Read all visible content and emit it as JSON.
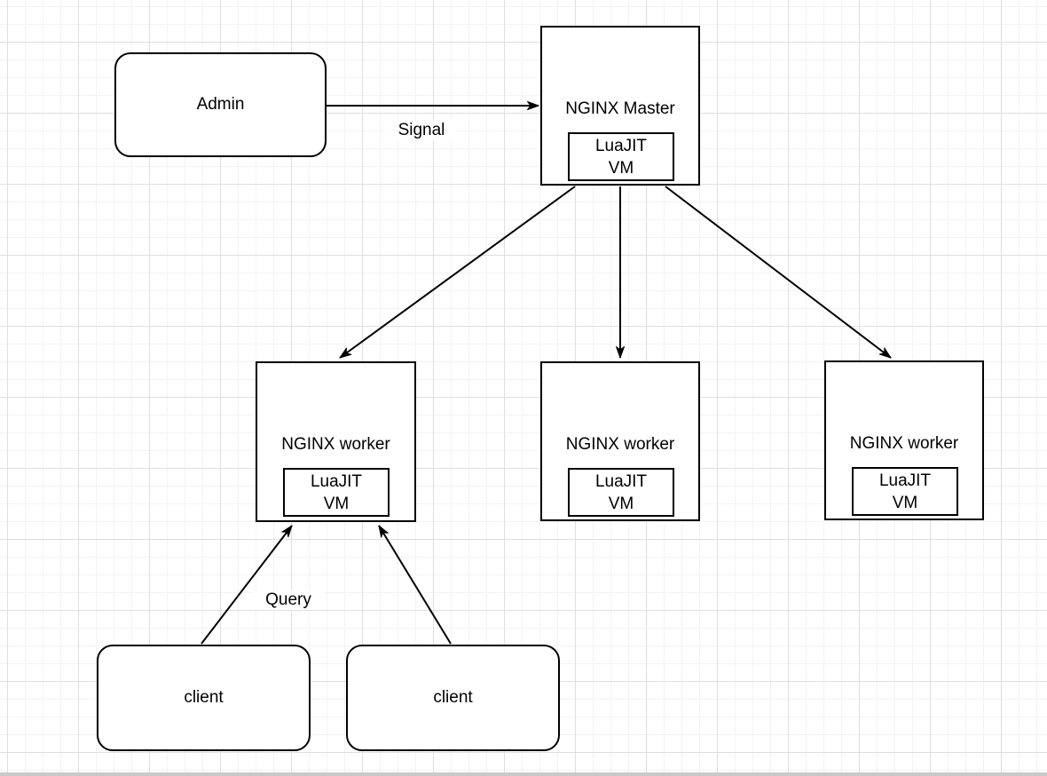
{
  "canvas": {
    "colors": {
      "stroke": "#000000",
      "node-fill": "#ffffff",
      "canvas-bg": "#ffffff",
      "grid-minor": "#f3f3f3",
      "grid-major": "#dfdfdf",
      "bottom-strip": "#c9c9c9",
      "text": "#000000"
    }
  },
  "nodes": {
    "admin": {
      "label": "Admin"
    },
    "master": {
      "title": "NGINX Master",
      "vm": {
        "line1": "LuaJIT",
        "line2": "VM"
      }
    },
    "workers": [
      {
        "title": "NGINX worker",
        "vm": {
          "line1": "LuaJIT",
          "line2": "VM"
        }
      },
      {
        "title": "NGINX worker",
        "vm": {
          "line1": "LuaJIT",
          "line2": "VM"
        }
      },
      {
        "title": "NGINX worker",
        "vm": {
          "line1": "LuaJIT",
          "line2": "VM"
        }
      }
    ],
    "clients": [
      {
        "label": "client"
      },
      {
        "label": "client"
      }
    ]
  },
  "edges": [
    {
      "id": "admin-to-master",
      "from": "admin",
      "to": "master",
      "label": "Signal"
    },
    {
      "id": "master-to-worker-1",
      "from": "master",
      "to": "worker-1",
      "label": ""
    },
    {
      "id": "master-to-worker-2",
      "from": "master",
      "to": "worker-2",
      "label": ""
    },
    {
      "id": "master-to-worker-3",
      "from": "master",
      "to": "worker-3",
      "label": ""
    },
    {
      "id": "client-1-to-worker-1",
      "from": "client-1",
      "to": "worker-1",
      "label": "Query"
    },
    {
      "id": "client-2-to-worker-1",
      "from": "client-2",
      "to": "worker-1",
      "label": ""
    }
  ]
}
